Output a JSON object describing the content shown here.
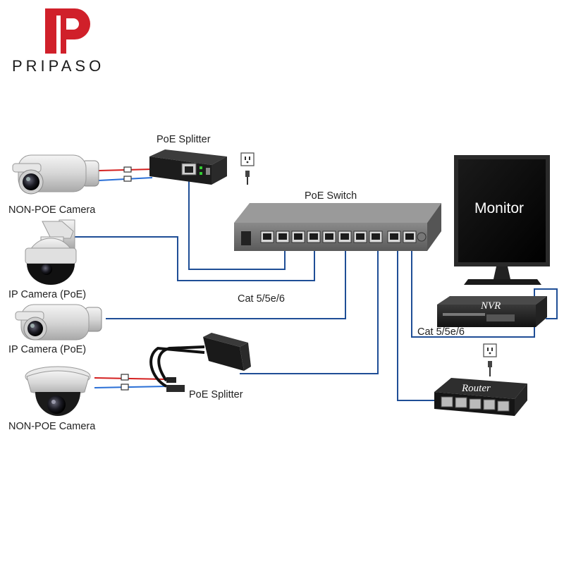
{
  "brand": {
    "name": "PRIPASO",
    "logo_letter": "P",
    "logo_color": "#d0202a"
  },
  "labels": {
    "poe_splitter_top": "PoE Splitter",
    "non_poe_camera_top": "NON-POE Camera",
    "poe_switch": "PoE Switch",
    "ip_camera_1": "IP Camera (PoE)",
    "ip_camera_2": "IP Camera (PoE)",
    "cable_center": "Cat 5/5e/6",
    "cable_right": "Cat 5/5e/6",
    "poe_splitter_bottom": "PoE Splitter",
    "non_poe_camera_bottom": "NON-POE Camera",
    "monitor": "Monitor",
    "nvr": "NVR",
    "router": "Router"
  },
  "colors": {
    "cable": "#1f4e96",
    "power_positive": "#d42020",
    "power_negative": "#2a6fd6"
  }
}
